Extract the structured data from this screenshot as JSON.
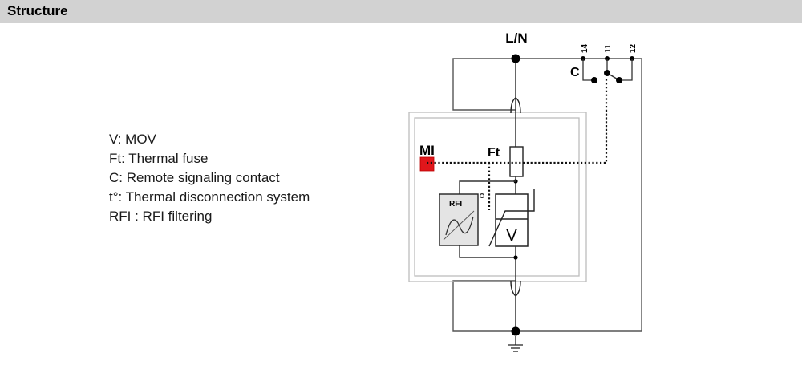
{
  "header": {
    "title": "Structure"
  },
  "legend": {
    "items": [
      "V: MOV",
      "Ft: Thermal fuse",
      "C: Remote signaling contact",
      "t°: Thermal disconnection system",
      "RFI : RFI filtering"
    ]
  },
  "diagram": {
    "terminal_label": "L/N",
    "contact_label": "C",
    "contact_pins": [
      "14",
      "11",
      "12"
    ],
    "mi_label": "MI",
    "fuse_label": "Ft",
    "filter_label": "RFI",
    "mov_label": "V",
    "colors": {
      "mi_indicator": "#e0161b",
      "module_border": "#bdbdbd",
      "filter_fill": "#e4e4e4",
      "header_bg": "#d2d2d2"
    }
  }
}
